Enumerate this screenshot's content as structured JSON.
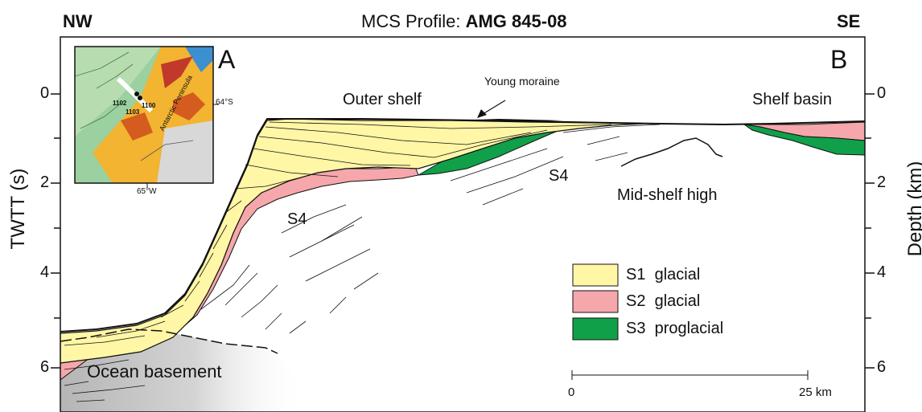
{
  "header": {
    "left_direction": "NW",
    "right_direction": "SE",
    "title_prefix": "MCS Profile: ",
    "title_bold": "AMG 845-08"
  },
  "axes": {
    "left_label": "TWTT (s)",
    "right_label": "Depth (km)",
    "left_ticks": [
      "0",
      "2",
      "4",
      "6"
    ],
    "right_ticks": [
      "0",
      "2",
      "4",
      "6"
    ]
  },
  "panels": {
    "a": "A",
    "b": "B"
  },
  "inset": {
    "site_labels": [
      "1102",
      "1100",
      "1103"
    ],
    "lat_label": "64°S",
    "lon_label": "65°W",
    "region_label": "Antarctic Peninsula"
  },
  "annotations": {
    "young_moraine": "Young moraine",
    "outer_shelf": "Outer shelf",
    "shelf_basin": "Shelf basin",
    "mid_shelf_high": "Mid-shelf high",
    "s4_left": "S4",
    "s4_right": "S4",
    "ocean_basement": "Ocean basement"
  },
  "legend": [
    {
      "id": "S1",
      "label": "S1  glacial",
      "color": "#fff6a6"
    },
    {
      "id": "S2",
      "label": "S2  glacial",
      "color": "#f5a7ac"
    },
    {
      "id": "S3",
      "label": "S3  proglacial",
      "color": "#11a04a"
    }
  ],
  "scale_bar": {
    "start": "0",
    "end": "25 km"
  },
  "colors": {
    "s1_yellow": "#fff6a6",
    "s2_pink": "#f5a7ac",
    "s3_green": "#11a04a",
    "basement_gray": "#c8c8c8",
    "line": "#111111"
  }
}
